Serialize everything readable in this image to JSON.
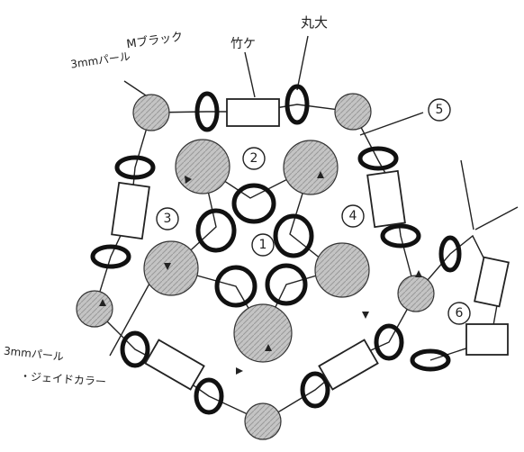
{
  "labels": {
    "bead_3mm_black": "3mmパール",
    "bead_3mm_black_2": "Mブラック",
    "tube": "竹ケ",
    "round_wood": "丸大",
    "bead_3mm_jade": "3mmパール",
    "bead_3mm_jade_2": "・ジェイドカラー"
  },
  "steps": [
    "1",
    "2",
    "3",
    "4",
    "5",
    "6"
  ],
  "colors": {
    "ink": "#222222",
    "bead_fill": "#bdbdbd",
    "paper": "#ffffff"
  }
}
